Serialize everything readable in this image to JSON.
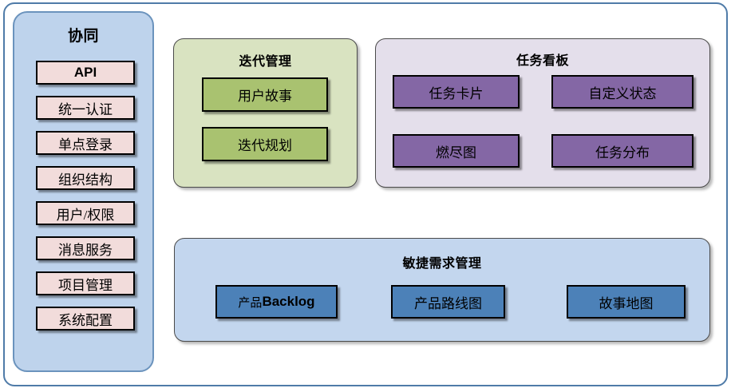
{
  "diagram": {
    "sidebar": {
      "title": "协同",
      "items": [
        {
          "label": "API",
          "style": "latin-bold"
        },
        {
          "label": "统一认证",
          "style": "cjk"
        },
        {
          "label": "单点登录",
          "style": "cjk"
        },
        {
          "label": "组织结构",
          "style": "cjk"
        },
        {
          "label": "用户/权限",
          "style": "cjk"
        },
        {
          "label": "消息服务",
          "style": "cjk"
        },
        {
          "label": "项目管理",
          "style": "cjk"
        },
        {
          "label": "系统配置",
          "style": "cjk"
        }
      ]
    },
    "iteration": {
      "title": "迭代管理",
      "items": [
        {
          "label": "用户故事"
        },
        {
          "label": "迭代规划"
        }
      ]
    },
    "taskboard": {
      "title": "任务看板",
      "items": [
        {
          "label": "任务卡片"
        },
        {
          "label": "自定义状态"
        },
        {
          "label": "燃尽图"
        },
        {
          "label": "任务分布"
        }
      ]
    },
    "agile": {
      "title": "敏捷需求管理",
      "items": [
        {
          "label_cjk": "产品",
          "label_latin": "Backlog"
        },
        {
          "label": "产品路线图"
        },
        {
          "label": "故事地图"
        }
      ]
    }
  },
  "colors": {
    "outer_border": "#4f7ba8",
    "sidebar_bg": "#bed3ec",
    "sidebar_border": "#6b93bd",
    "sidebar_item_bg": "#f2dcdb",
    "iteration_bg": "#d9e3c1",
    "iteration_item_bg": "#a9c270",
    "taskboard_bg": "#e4dfeb",
    "taskboard_item_bg": "#8467a5",
    "agile_bg": "#c3d6ee",
    "agile_item_bg": "#4c81b8",
    "item_border": "#000000"
  }
}
